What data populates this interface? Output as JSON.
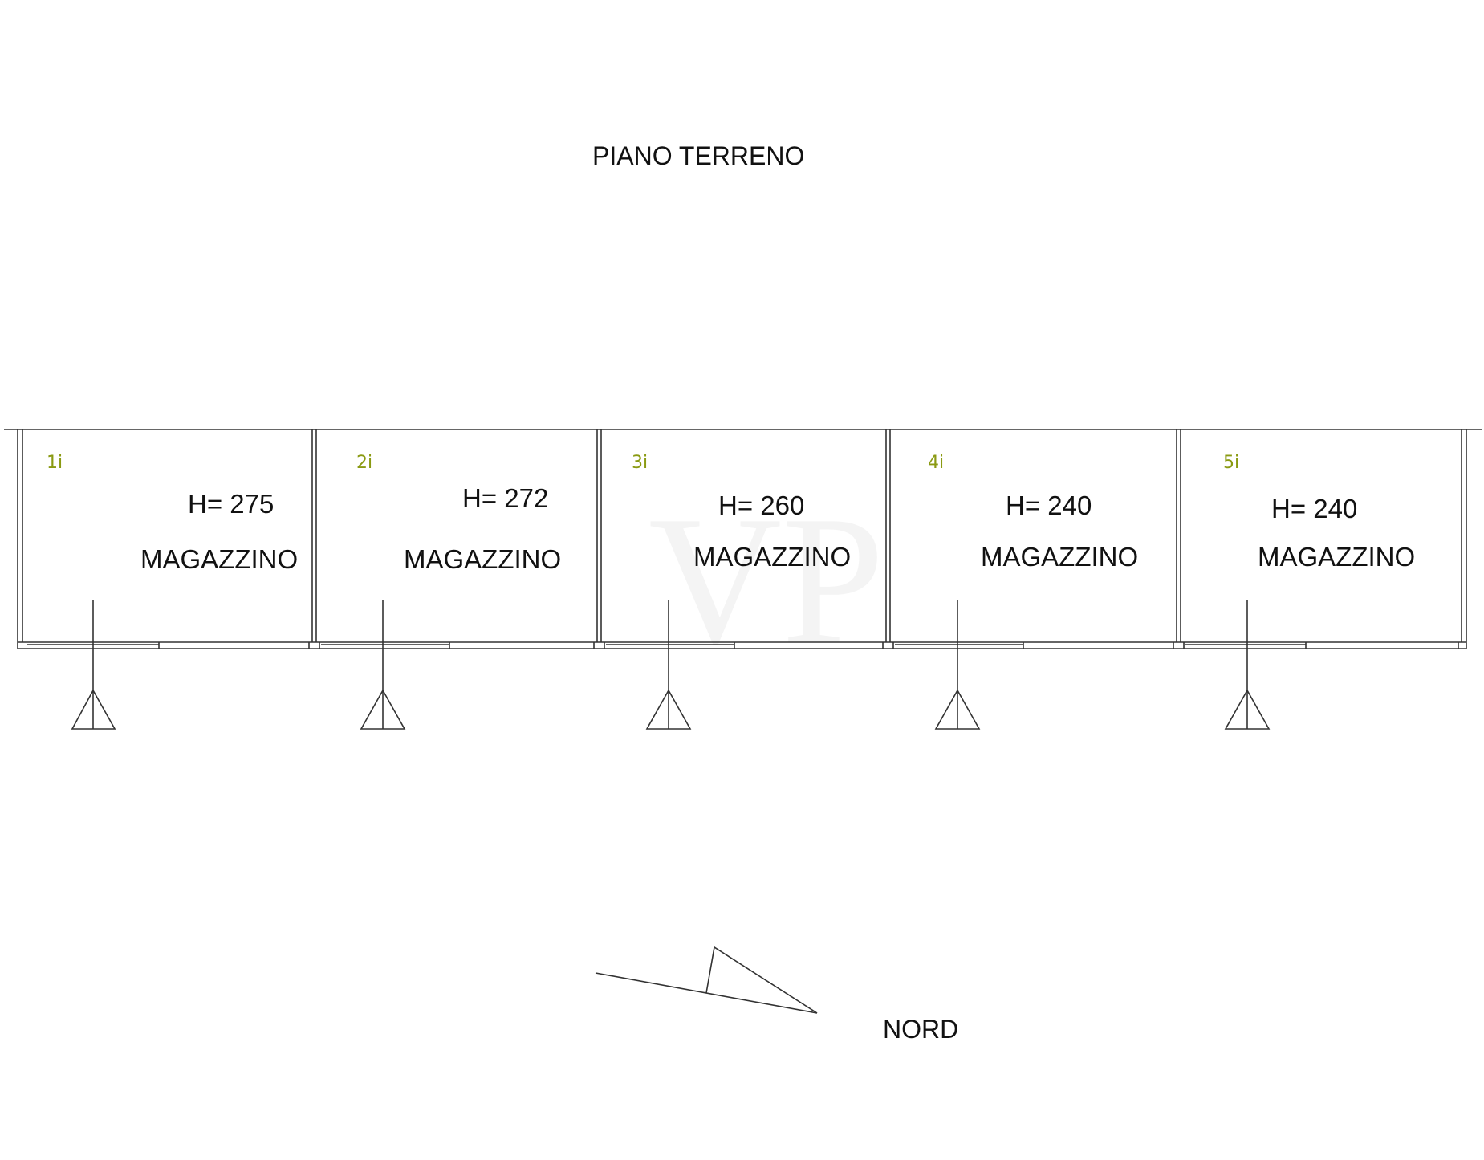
{
  "drawing": {
    "title": "PIANO TERRENO",
    "north_label": "NORD",
    "watermark": "VP",
    "accent_color": "#8a9a12",
    "units": [
      {
        "number": "1i",
        "height_label": "H= 275",
        "room_label": "MAGAZZINO"
      },
      {
        "number": "2i",
        "height_label": "H= 272",
        "room_label": "MAGAZZINO"
      },
      {
        "number": "3i",
        "height_label": "H= 260",
        "room_label": "MAGAZZINO"
      },
      {
        "number": "4i",
        "height_label": "H= 240",
        "room_label": "MAGAZZINO"
      },
      {
        "number": "5i",
        "height_label": "H= 240",
        "room_label": "MAGAZZINO"
      }
    ]
  }
}
